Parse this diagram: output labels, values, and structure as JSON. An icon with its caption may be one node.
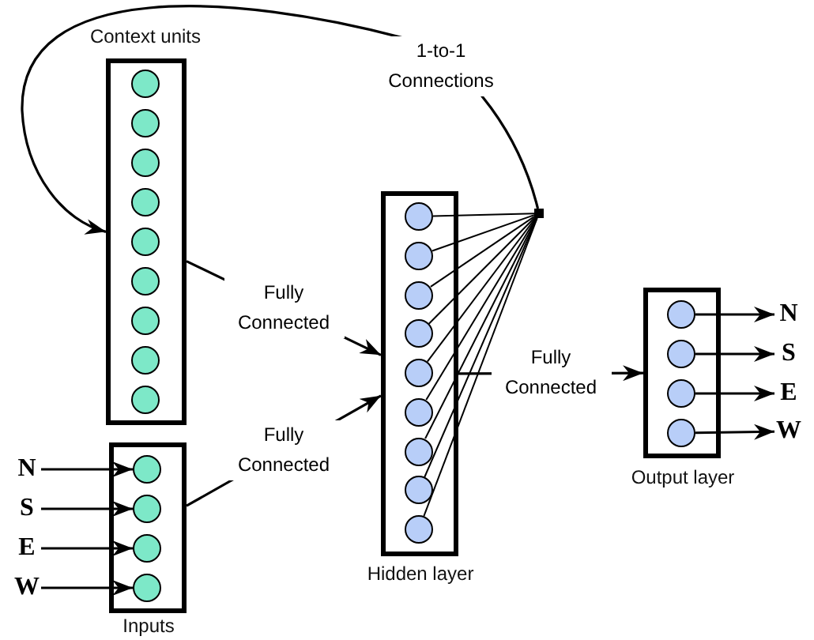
{
  "diagram": {
    "nodes": [
      {
        "text": [
          "Context units"
        ]
      },
      {
        "text": [],
        "shape": "circle",
        "in": 0
      },
      {
        "text": [],
        "shape": "circle",
        "in": 0
      },
      {
        "text": [],
        "shape": "circle",
        "in": 0
      },
      {
        "text": [],
        "shape": "circle",
        "in": 0
      },
      {
        "text": [],
        "shape": "circle",
        "in": 0
      },
      {
        "text": [],
        "shape": "circle",
        "in": 0
      },
      {
        "text": [],
        "shape": "circle",
        "in": 0
      },
      {
        "text": [],
        "shape": "circle",
        "in": 0
      },
      {
        "text": [],
        "shape": "circle",
        "in": 0
      },
      {
        "text": [
          "Inputs"
        ]
      },
      {
        "text": [],
        "shape": "circle",
        "in": 10
      },
      {
        "text": [],
        "shape": "circle",
        "in": 10
      },
      {
        "text": [],
        "shape": "circle",
        "in": 10
      },
      {
        "text": [],
        "shape": "circle",
        "in": 10
      },
      {
        "text": [
          "N"
        ]
      },
      {
        "text": [
          "S"
        ]
      },
      {
        "text": [
          "E"
        ]
      },
      {
        "text": [
          "W"
        ]
      },
      {
        "text": [
          "Hidden layer"
        ]
      },
      {
        "text": [],
        "shape": "circle",
        "in": 19
      },
      {
        "text": [],
        "shape": "circle",
        "in": 19
      },
      {
        "text": [],
        "shape": "circle",
        "in": 19
      },
      {
        "text": [],
        "shape": "circle",
        "in": 19
      },
      {
        "text": [],
        "shape": "circle",
        "in": 19
      },
      {
        "text": [],
        "shape": "circle",
        "in": 19
      },
      {
        "text": [],
        "shape": "circle",
        "in": 19
      },
      {
        "text": [],
        "shape": "circle",
        "in": 19
      },
      {
        "text": [],
        "shape": "circle",
        "in": 19
      },
      {
        "text": [],
        "shape": "box"
      },
      {
        "text": [
          "Output layer"
        ]
      },
      {
        "text": [],
        "shape": "circle",
        "in": 30
      },
      {
        "text": [],
        "shape": "circle",
        "in": 30
      },
      {
        "text": [],
        "shape": "circle",
        "in": 30
      },
      {
        "text": [],
        "shape": "circle",
        "in": 30
      },
      {
        "text": [
          "N"
        ]
      },
      {
        "text": [
          "S"
        ]
      },
      {
        "text": [
          "E"
        ]
      },
      {
        "text": [
          "W"
        ]
      }
    ],
    "edges": [
      {
        "from": 15,
        "to": 11,
        "arrow": "to"
      },
      {
        "from": 16,
        "to": 12,
        "arrow": "to"
      },
      {
        "from": 17,
        "to": 13,
        "arrow": "to"
      },
      {
        "from": 18,
        "to": 14,
        "arrow": "to"
      },
      {
        "from": 20,
        "to": 29,
        "arrow": "none"
      },
      {
        "from": 21,
        "to": 29,
        "arrow": "none"
      },
      {
        "from": 22,
        "to": 29,
        "arrow": "none"
      },
      {
        "from": 23,
        "to": 29,
        "arrow": "none"
      },
      {
        "from": 24,
        "to": 29,
        "arrow": "none"
      },
      {
        "from": 25,
        "to": 29,
        "arrow": "none"
      },
      {
        "from": 26,
        "to": 29,
        "arrow": "none"
      },
      {
        "from": 27,
        "to": 29,
        "arrow": "none"
      },
      {
        "from": 28,
        "to": 29,
        "arrow": "none"
      },
      {
        "from": 29,
        "to": 0,
        "arrow": "to",
        "label": "1-to-1 Connections"
      },
      {
        "from": 0,
        "to": 19,
        "arrow": "to",
        "label": "Fully Connected"
      },
      {
        "from": 10,
        "to": 19,
        "arrow": "to",
        "label": "Fully Connected"
      },
      {
        "from": 19,
        "to": 30,
        "arrow": "to",
        "label": "Fully Connected"
      },
      {
        "from": 31,
        "to": 35,
        "arrow": "to"
      },
      {
        "from": 32,
        "to": 36,
        "arrow": "to"
      },
      {
        "from": 33,
        "to": 37,
        "arrow": "to"
      },
      {
        "from": 34,
        "to": 38,
        "arrow": "to"
      }
    ]
  }
}
